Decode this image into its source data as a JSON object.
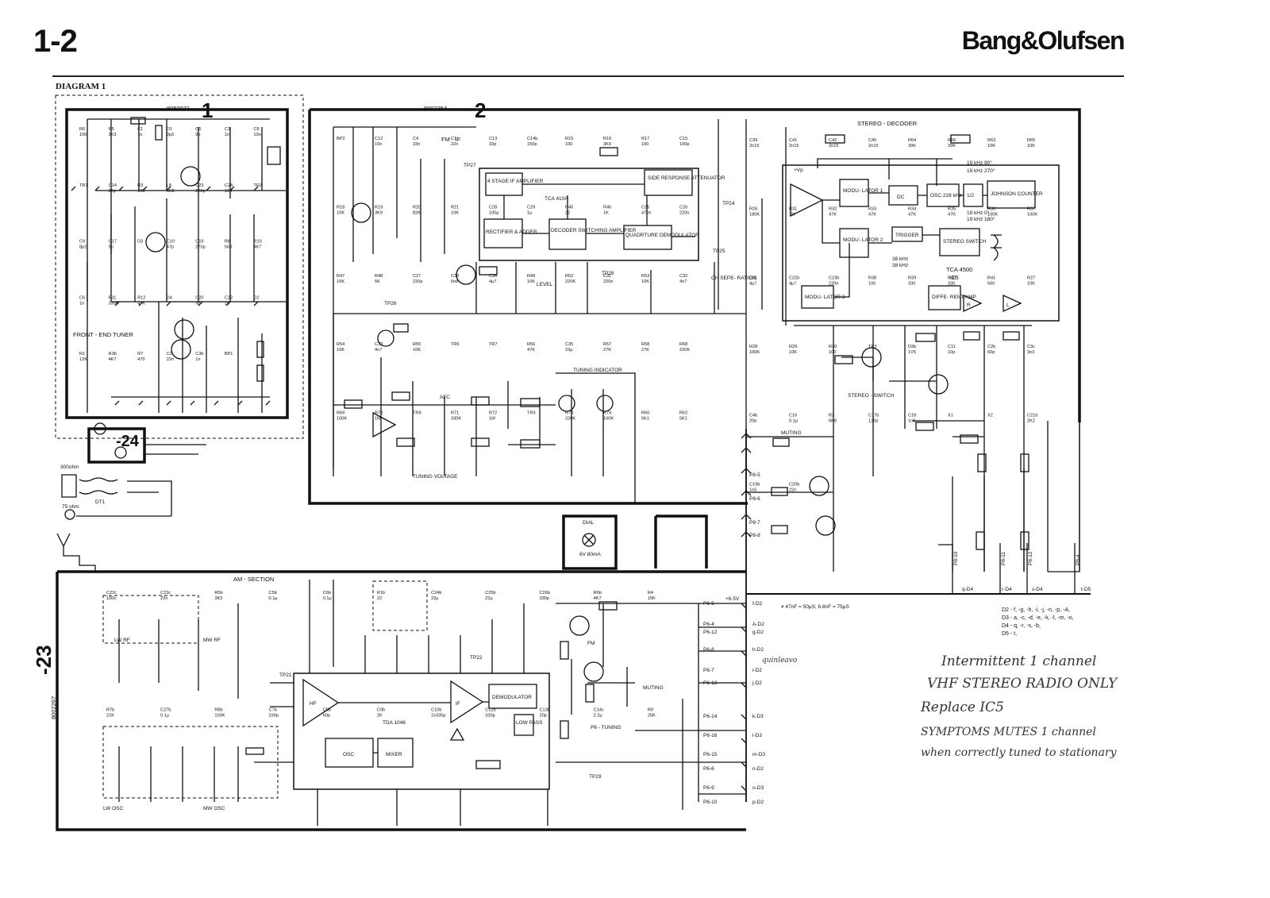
{
  "header": {
    "page_number": "1-2",
    "brand": "Bang&Olufsen",
    "diagram_title": "DIAGRAM 1"
  },
  "sections": {
    "front_end": {
      "number": "1",
      "part_no": "8050071",
      "label": "FRONT - END TUNER"
    },
    "fm_if": {
      "number": "2",
      "part_no": "8002354",
      "label": "FM - IF"
    },
    "am": {
      "number": "-23",
      "part_no": "8002267",
      "label": "AM - SECTION"
    },
    "antenna": {
      "number": "-24"
    },
    "stereo_decoder": {
      "label": "STEREO - DECODER",
      "ic": "TCA 4500",
      "ic_ref": "IC5"
    }
  },
  "blocks": {
    "if_amp": "4 STAGE IF AMPLIFIER",
    "side_resp": "SIDE RESPONSE ATTENUATOR",
    "rect_adder": "RECTIFIER & ADDER",
    "decoder_sw": "DECODER SWITCHING AMPLIFIER",
    "quad_demod": "QUADRTURE DEMODULATOR",
    "if_ic": "TCA 410A",
    "mod1": "MODU- LATOR 1",
    "mod2": "MODU- LATOR 2",
    "mod3": "MODU- LATOR 3",
    "dc": "DC",
    "osc228": "OSC 228 kHz",
    "half": "1/2",
    "johnson": "JOHNSON COUNTER",
    "trigger": "TRIGGER",
    "stereo_switch": "STEREO SWITCH",
    "diff_amp": "DIFFE- RENT AMP",
    "osc": "OSC",
    "mixer": "MIXER",
    "demodulator": "DEMODULATOR",
    "low_pass": "LOW PASS",
    "am_ic": "TDA 1046",
    "hf": "HF",
    "if": "IF",
    "r_out": "R",
    "l_out": "L"
  },
  "labels": {
    "tuning_indicator": "TUNING INDICATOR",
    "tuning_voltage": "TUNING VOLTAGE",
    "afc": "AFC",
    "level": "LEVEL",
    "ch_sep": "CH SEPE- RATION",
    "muting": "MUTING",
    "stereo_switch_lbl": "STEREO - SWITCH",
    "dial": "DIAL",
    "dial_lamp": "6V 80mA",
    "ohm300": "300ohm",
    "ohm75": "75 ohm",
    "dt1": "DT1",
    "lw_rf": "LW RF",
    "mw_rf": "MW RF",
    "lw_osc": "LW OSC",
    "mw_osc": "MW OSC",
    "tuning": "P6 - TUNING",
    "fm": "FM",
    "muting2": "MUTING",
    "deemph": "≠ 47nF = 50μS; 6.8nF = 75μS",
    "vp": "+Vp"
  },
  "freq_labels": [
    "19 kHz 90°",
    "19 kHz 270°",
    "19 kHz 0°",
    "19 kHz 180°",
    "38 kHz",
    "38 kHz"
  ],
  "connectors": [
    {
      "pin": "P6-5",
      "net": "+6.5V",
      "bus": "f-D2"
    },
    {
      "pin": "P6-4",
      "net": "",
      "bus": "A-D2"
    },
    {
      "pin": "P6-12",
      "net": "",
      "bus": "g-D2"
    },
    {
      "pin": "P6-8",
      "net": "",
      "bus": "h-D2"
    },
    {
      "pin": "P6-7",
      "net": "",
      "bus": "i-D2"
    },
    {
      "pin": "P6-13",
      "net": "",
      "bus": "j-D2"
    },
    {
      "pin": "P6-14",
      "net": "",
      "bus": "k-D3"
    },
    {
      "pin": "P6-16",
      "net": "",
      "bus": "l-D3"
    },
    {
      "pin": "P6-15",
      "net": "",
      "bus": "m-D3"
    },
    {
      "pin": "P6-6",
      "net": "",
      "bus": "n-D2"
    },
    {
      "pin": "P6-9",
      "net": "",
      "bus": "o-D3"
    },
    {
      "pin": "P6-10",
      "net": "",
      "bus": "p-D2"
    }
  ],
  "decoder_pins": [
    "P8-5",
    "P8-6",
    "P8-7",
    "P8-8"
  ],
  "bottom_pins": [
    "P8-10",
    "P8-11",
    "P8-12",
    "P8-4"
  ],
  "bus_labels": [
    "q-D4",
    "r-D4",
    "s-D4",
    "t-D5"
  ],
  "legend_lines": [
    "D2 - f, -g, -h, -i, -j, -n, -p, -A,",
    "D3 - a,  -c, -d, -e, -k, -l, -m, -o,",
    "D4 - q, -r, -s, -b,",
    "D5 - t,"
  ],
  "components": [
    {
      "ref": "R6",
      "val": "100"
    },
    {
      "ref": "R5",
      "val": "3K3"
    },
    {
      "ref": "C1",
      "val": "1n"
    },
    {
      "ref": "D1",
      "val": "3p3"
    },
    {
      "ref": "C5",
      "val": "9p"
    },
    {
      "ref": "C3",
      "val": "1n"
    },
    {
      "ref": "C8",
      "val": "10n"
    },
    {
      "ref": "TR1",
      "val": ""
    },
    {
      "ref": "C14",
      "val": "22p"
    },
    {
      "ref": "R3",
      "val": "100"
    },
    {
      "ref": "L8",
      "val": "6K8"
    },
    {
      "ref": "C23",
      "val": "220p"
    },
    {
      "ref": "C24",
      "val": "10n"
    },
    {
      "ref": "TR2",
      "val": ""
    },
    {
      "ref": "C9",
      "val": "8p2"
    },
    {
      "ref": "C17",
      "val": "9p"
    },
    {
      "ref": "D3",
      "val": ""
    },
    {
      "ref": "C10",
      "val": "47p"
    },
    {
      "ref": "C19",
      "val": "270p"
    },
    {
      "ref": "R8",
      "val": "560"
    },
    {
      "ref": "R10",
      "val": "4K7"
    },
    {
      "ref": "C6",
      "val": "1n"
    },
    {
      "ref": "R11",
      "val": "330K"
    },
    {
      "ref": "R12",
      "val": "47K"
    },
    {
      "ref": "D4",
      "val": ""
    },
    {
      "ref": "C20",
      "val": "9p"
    },
    {
      "ref": "C22",
      "val": "1n"
    },
    {
      "ref": "D2",
      "val": ""
    },
    {
      "ref": "R1",
      "val": "12K"
    },
    {
      "ref": "R3b",
      "val": "4K7"
    },
    {
      "ref": "R7",
      "val": "470"
    },
    {
      "ref": "C2",
      "val": "22n"
    },
    {
      "ref": "C3b",
      "val": "1n"
    },
    {
      "ref": "BP1",
      "val": ""
    },
    {
      "ref": "BP2",
      "val": ""
    },
    {
      "ref": "C12",
      "val": "10n"
    },
    {
      "ref": "C4",
      "val": "33n"
    },
    {
      "ref": "C7",
      "val": "22n"
    },
    {
      "ref": "C13",
      "val": "33p"
    },
    {
      "ref": "C14b",
      "val": "150p"
    },
    {
      "ref": "R15",
      "val": "100"
    },
    {
      "ref": "R16",
      "val": "3K9"
    },
    {
      "ref": "R17",
      "val": "100"
    },
    {
      "ref": "C15",
      "val": "100p"
    },
    {
      "ref": "R18",
      "val": "10K"
    },
    {
      "ref": "R19",
      "val": "3K9"
    },
    {
      "ref": "R20",
      "val": "82K"
    },
    {
      "ref": "R21",
      "val": "10K"
    },
    {
      "ref": "C28",
      "val": "100μ"
    },
    {
      "ref": "C29",
      "val": "1μ"
    },
    {
      "ref": "R45",
      "val": "22"
    },
    {
      "ref": "R46",
      "val": "1K"
    },
    {
      "ref": "C25",
      "val": "470n"
    },
    {
      "ref": "C26",
      "val": "220n"
    },
    {
      "ref": "R47",
      "val": "10K"
    },
    {
      "ref": "R48",
      "val": "5K"
    },
    {
      "ref": "C27",
      "val": "220p"
    },
    {
      "ref": "C30",
      "val": "6n8"
    },
    {
      "ref": "C36",
      "val": "4μ7"
    },
    {
      "ref": "R49",
      "val": "10K"
    },
    {
      "ref": "R52",
      "val": "220K"
    },
    {
      "ref": "C31",
      "val": "220n"
    },
    {
      "ref": "R53",
      "val": "10K"
    },
    {
      "ref": "C32",
      "val": "4n7"
    },
    {
      "ref": "R54",
      "val": "10K"
    },
    {
      "ref": "C33",
      "val": "4n7"
    },
    {
      "ref": "R55",
      "val": "10K"
    },
    {
      "ref": "TR6",
      "val": ""
    },
    {
      "ref": "TR7",
      "val": ""
    },
    {
      "ref": "R56",
      "val": "47K"
    },
    {
      "ref": "C35",
      "val": "10μ"
    },
    {
      "ref": "R57",
      "val": "27K"
    },
    {
      "ref": "R58",
      "val": "27K"
    },
    {
      "ref": "R68",
      "val": "220K"
    },
    {
      "ref": "R69",
      "val": "100K"
    },
    {
      "ref": "R70",
      "val": "1M"
    },
    {
      "ref": "TR8",
      "val": ""
    },
    {
      "ref": "R71",
      "val": "330K"
    },
    {
      "ref": "R72",
      "val": "1M"
    },
    {
      "ref": "TR9",
      "val": ""
    },
    {
      "ref": "R73",
      "val": "220K"
    },
    {
      "ref": "R74",
      "val": "100K"
    },
    {
      "ref": "R60",
      "val": "5K1"
    },
    {
      "ref": "R62",
      "val": "5K1"
    },
    {
      "ref": "C39",
      "val": "2n15"
    },
    {
      "ref": "C41",
      "val": "2n15"
    },
    {
      "ref": "C42",
      "val": "2n15"
    },
    {
      "ref": "C40",
      "val": "2n15"
    },
    {
      "ref": "R64",
      "val": "39K"
    },
    {
      "ref": "R66",
      "val": "39K"
    },
    {
      "ref": "R63",
      "val": "10K"
    },
    {
      "ref": "R65",
      "val": "10K"
    },
    {
      "ref": "R26",
      "val": "180K"
    },
    {
      "ref": "R31",
      "val": "1M"
    },
    {
      "ref": "R32",
      "val": "47K"
    },
    {
      "ref": "R33",
      "val": "47K"
    },
    {
      "ref": "R34",
      "val": "47K"
    },
    {
      "ref": "R35",
      "val": "47K"
    },
    {
      "ref": "R36",
      "val": "100K"
    },
    {
      "ref": "R37",
      "val": "100K"
    },
    {
      "ref": "C21",
      "val": "4μ7"
    },
    {
      "ref": "C22b",
      "val": "4μ7"
    },
    {
      "ref": "C23b",
      "val": "220n"
    },
    {
      "ref": "R38",
      "val": "100"
    },
    {
      "ref": "R39",
      "val": "330"
    },
    {
      "ref": "R40",
      "val": "330"
    },
    {
      "ref": "R41",
      "val": "560"
    },
    {
      "ref": "R27",
      "val": "10K"
    },
    {
      "ref": "R28",
      "val": "100K"
    },
    {
      "ref": "R29",
      "val": "10K"
    },
    {
      "ref": "R30",
      "val": "100"
    },
    {
      "ref": "TR3",
      "val": ""
    },
    {
      "ref": "D3b",
      "val": "1V5"
    },
    {
      "ref": "C11",
      "val": "10p"
    },
    {
      "ref": "C2b",
      "val": "60p"
    },
    {
      "ref": "C3c",
      "val": "3n3"
    },
    {
      "ref": "C4b",
      "val": "20p"
    },
    {
      "ref": "C16",
      "val": "0.1μ"
    },
    {
      "ref": "R2",
      "val": "6K8"
    },
    {
      "ref": "C17b",
      "val": "120p"
    },
    {
      "ref": "C18",
      "val": "1n5"
    },
    {
      "ref": "X1",
      "val": ""
    },
    {
      "ref": "X2",
      "val": ""
    },
    {
      "ref": "C21b",
      "val": "2K2"
    },
    {
      "ref": "C19b",
      "val": "1n5"
    },
    {
      "ref": "C20b",
      "val": "22n"
    },
    {
      "ref": "C22c",
      "val": "100n"
    },
    {
      "ref": "C23c",
      "val": "22n"
    },
    {
      "ref": "R5b",
      "val": "3K3"
    },
    {
      "ref": "C5b",
      "val": "0.1μ"
    },
    {
      "ref": "C6b",
      "val": "0.1μ"
    },
    {
      "ref": "R1b",
      "val": "22"
    },
    {
      "ref": "C24b",
      "val": "22μ"
    },
    {
      "ref": "C25b",
      "val": "22μ"
    },
    {
      "ref": "C26b",
      "val": "330p"
    },
    {
      "ref": "R6b",
      "val": "4K7"
    },
    {
      "ref": "R4",
      "val": "15K"
    },
    {
      "ref": "R7b",
      "val": "22K"
    },
    {
      "ref": "C27b",
      "val": "0.1μ"
    },
    {
      "ref": "R8b",
      "val": "100K"
    },
    {
      "ref": "C7b",
      "val": "330p"
    },
    {
      "ref": "C8b",
      "val": "60p"
    },
    {
      "ref": "C9b",
      "val": "2K"
    },
    {
      "ref": "C10b",
      "val": "2x335p"
    },
    {
      "ref": "C12b",
      "val": "330p"
    },
    {
      "ref": "C13b",
      "val": "20p"
    },
    {
      "ref": "C14c",
      "val": "2.2μ"
    },
    {
      "ref": "R9",
      "val": "25K"
    }
  ],
  "test_points": [
    "TP21",
    "TP22",
    "TP24",
    "TP25",
    "TP26",
    "TP27",
    "TP28",
    "TP29"
  ],
  "handwriting": {
    "line1": "Intermittent 1 channel",
    "line2": "VHF STEREO RADIO ONLY",
    "line3": "Replace IC5",
    "line4": "SYMPTOMS MUTES 1 channel",
    "line5": "when correctly tuned to stationary",
    "margin": "quinleavo"
  }
}
